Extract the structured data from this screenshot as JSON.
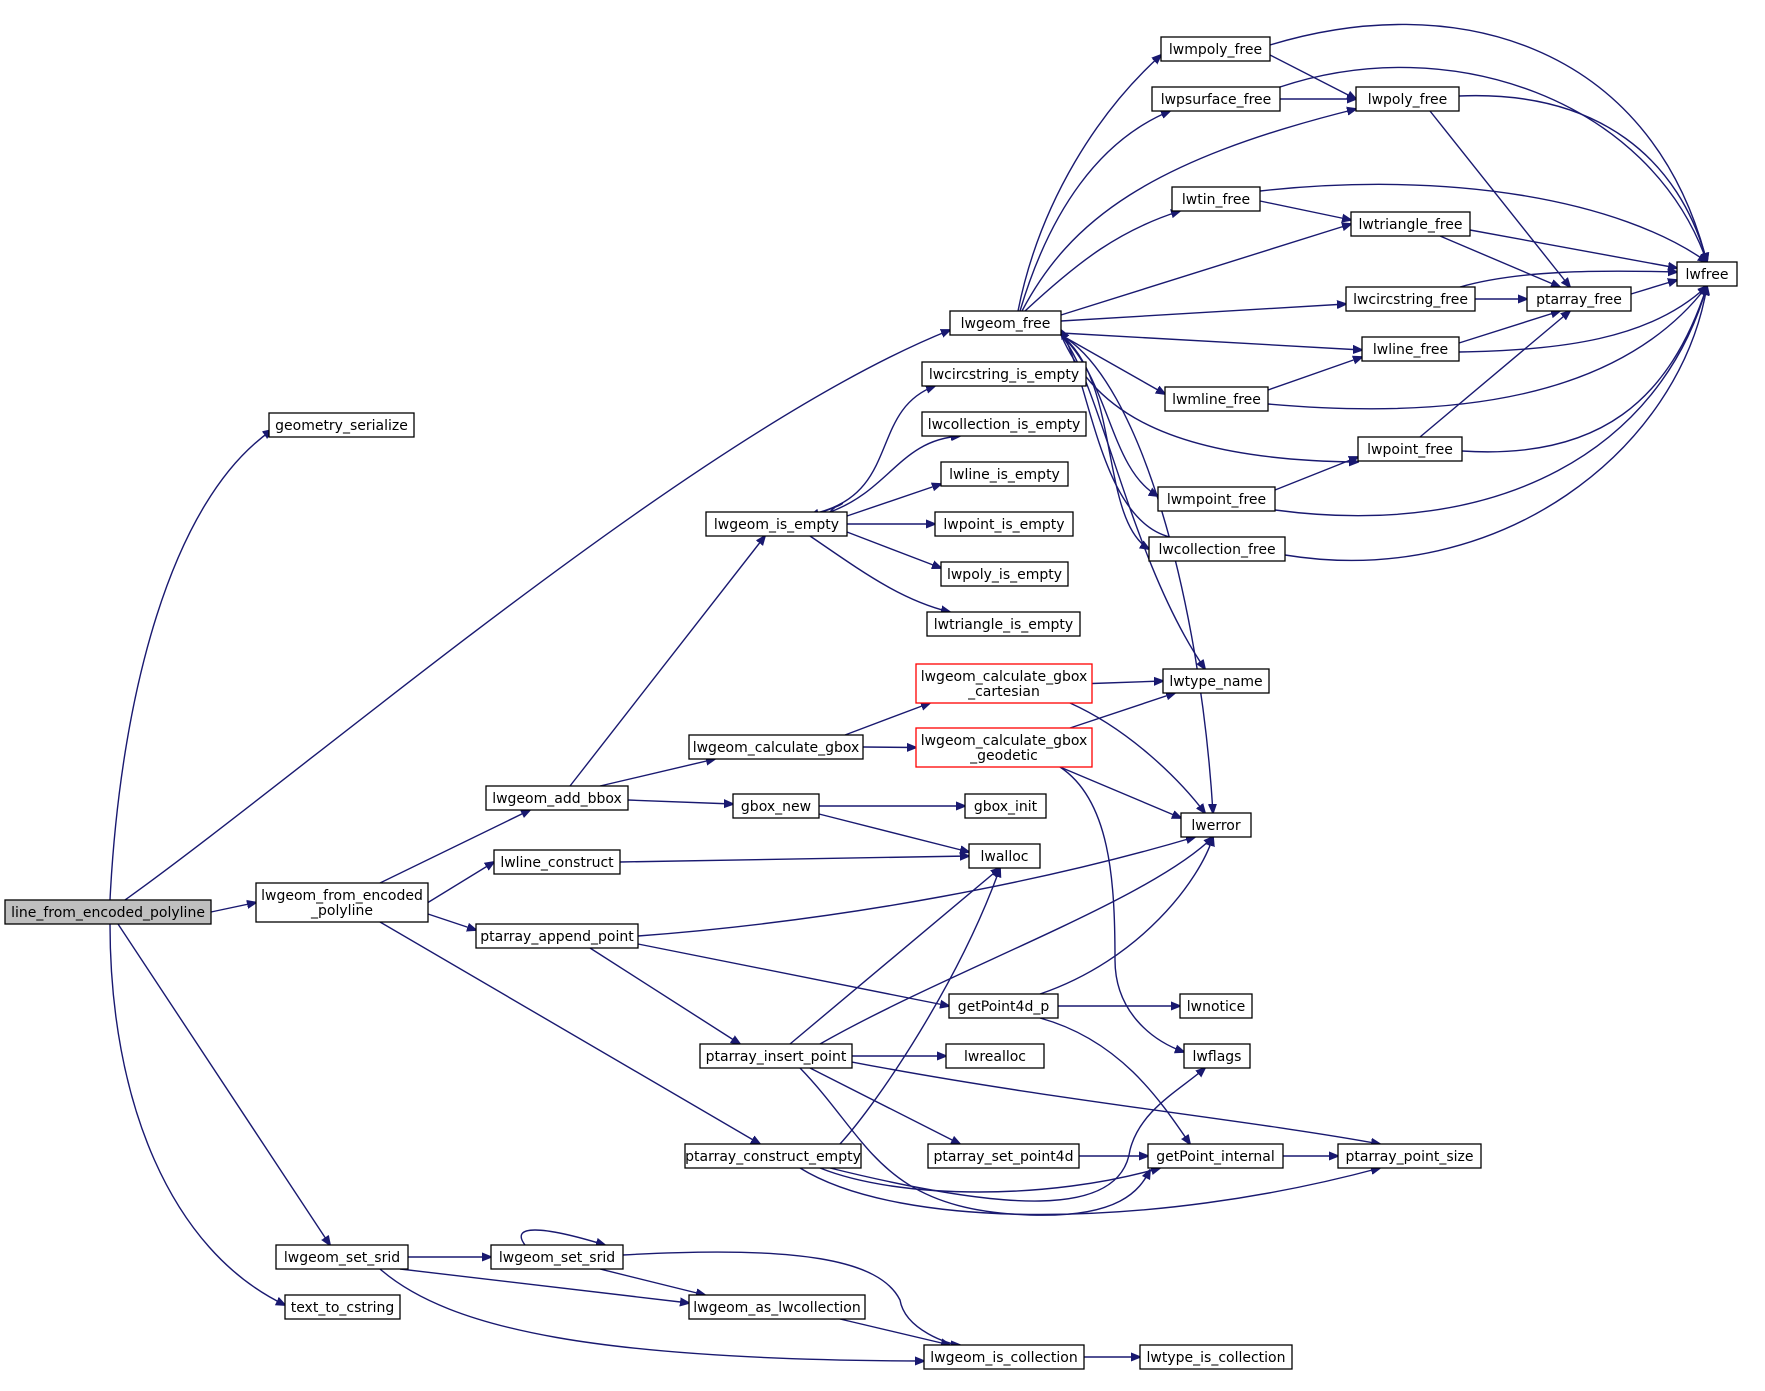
{
  "nodes": {
    "line_from_encoded_polyline": "line_from_encoded_polyline",
    "geometry_serialize": "geometry_serialize",
    "lwgeom_from_encoded_polyline": [
      "lwgeom_from_encoded",
      "_polyline"
    ],
    "lwgeom_set_srid_outer": "lwgeom_set_srid",
    "text_to_cstring": "text_to_cstring",
    "lwgeom_free": "lwgeom_free",
    "lwgeom_add_bbox": "lwgeom_add_bbox",
    "lwline_construct": "lwline_construct",
    "ptarray_append_point": "ptarray_append_point",
    "ptarray_construct_empty": "ptarray_construct_empty",
    "lwgeom_set_srid_inner": "lwgeom_set_srid",
    "lwgeom_as_lwcollection": "lwgeom_as_lwcollection",
    "lwgeom_is_collection": "lwgeom_is_collection",
    "lwtype_is_collection": "lwtype_is_collection",
    "lwgeom_is_empty": "lwgeom_is_empty",
    "lwgeom_calculate_gbox": "lwgeom_calculate_gbox",
    "gbox_new": "gbox_new",
    "gbox_init": "gbox_init",
    "lwalloc": "lwalloc",
    "lwcircstring_is_empty": "lwcircstring_is_empty",
    "lwcollection_is_empty": "lwcollection_is_empty",
    "lwline_is_empty": "lwline_is_empty",
    "lwpoint_is_empty": "lwpoint_is_empty",
    "lwpoly_is_empty": "lwpoly_is_empty",
    "lwtriangle_is_empty": "lwtriangle_is_empty",
    "lwgeom_calculate_gbox_cartesian": [
      "lwgeom_calculate_gbox",
      "_cartesian"
    ],
    "lwgeom_calculate_gbox_geodetic": [
      "lwgeom_calculate_gbox",
      "_geodetic"
    ],
    "lwtype_name": "lwtype_name",
    "lwerror": "lwerror",
    "getPoint4d_p": "getPoint4d_p",
    "lwnotice": "lwnotice",
    "lwflags": "lwflags",
    "ptarray_insert_point": "ptarray_insert_point",
    "lwrealloc": "lwrealloc",
    "ptarray_set_point4d": "ptarray_set_point4d",
    "getPoint_internal": "getPoint_internal",
    "ptarray_point_size": "ptarray_point_size",
    "lwmpoly_free": "lwmpoly_free",
    "lwpsurface_free": "lwpsurface_free",
    "lwpoly_free": "lwpoly_free",
    "lwtin_free": "lwtin_free",
    "lwtriangle_free": "lwtriangle_free",
    "lwcircstring_free": "lwcircstring_free",
    "ptarray_free": "ptarray_free",
    "lwfree": "lwfree",
    "lwline_free": "lwline_free",
    "lwmline_free": "lwmline_free",
    "lwpoint_free": "lwpoint_free",
    "lwmpoint_free": "lwmpoint_free",
    "lwcollection_free": "lwcollection_free"
  },
  "colors": {
    "edge": "#191970",
    "root_fill": "#bfbfbf",
    "incomplete_border": "#ff0000",
    "node_border": "#000000"
  }
}
